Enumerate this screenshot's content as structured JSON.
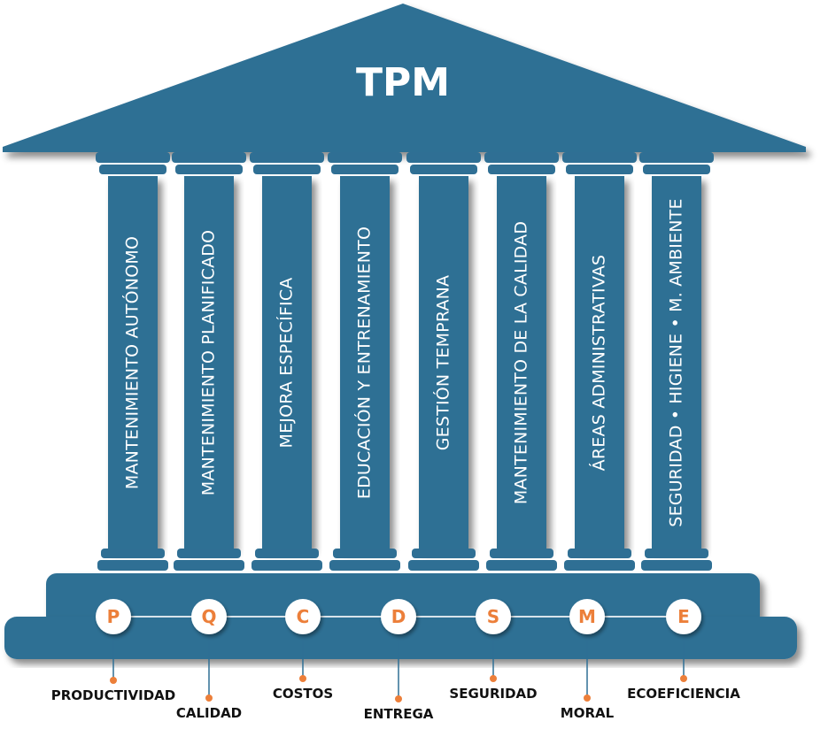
{
  "title": "TPM",
  "colors": {
    "primary": "#2f6f94",
    "primary_dark": "#245a7a",
    "accent": "#ec7f3a",
    "line": "#d8e3ea",
    "text_dark": "#111111"
  },
  "pillars": [
    {
      "label": "MANTENIMIENTO AUTÓNOMO"
    },
    {
      "label": "MANTENIMIENTO PLANIFICADO"
    },
    {
      "label": "MEJORA ESPECÍFICA"
    },
    {
      "label": "EDUCACIÓN Y ENTRENAMIENTO"
    },
    {
      "label": "GESTIÓN TEMPRANA"
    },
    {
      "label": "MANTENIMIENTO DE LA CALIDAD"
    },
    {
      "label": "ÁREAS ADMINISTRATIVAS"
    },
    {
      "label": "SEGURIDAD • HIGIENE • M. AMBIENTE"
    }
  ],
  "indicators": [
    {
      "letter": "P",
      "label": "PRODUCTIVIDAD"
    },
    {
      "letter": "Q",
      "label": "CALIDAD"
    },
    {
      "letter": "C",
      "label": "COSTOS"
    },
    {
      "letter": "D",
      "label": "ENTREGA"
    },
    {
      "letter": "S",
      "label": "SEGURIDAD"
    },
    {
      "letter": "M",
      "label": "MORAL"
    },
    {
      "letter": "E",
      "label": "ECOEFICIENCIA"
    }
  ]
}
